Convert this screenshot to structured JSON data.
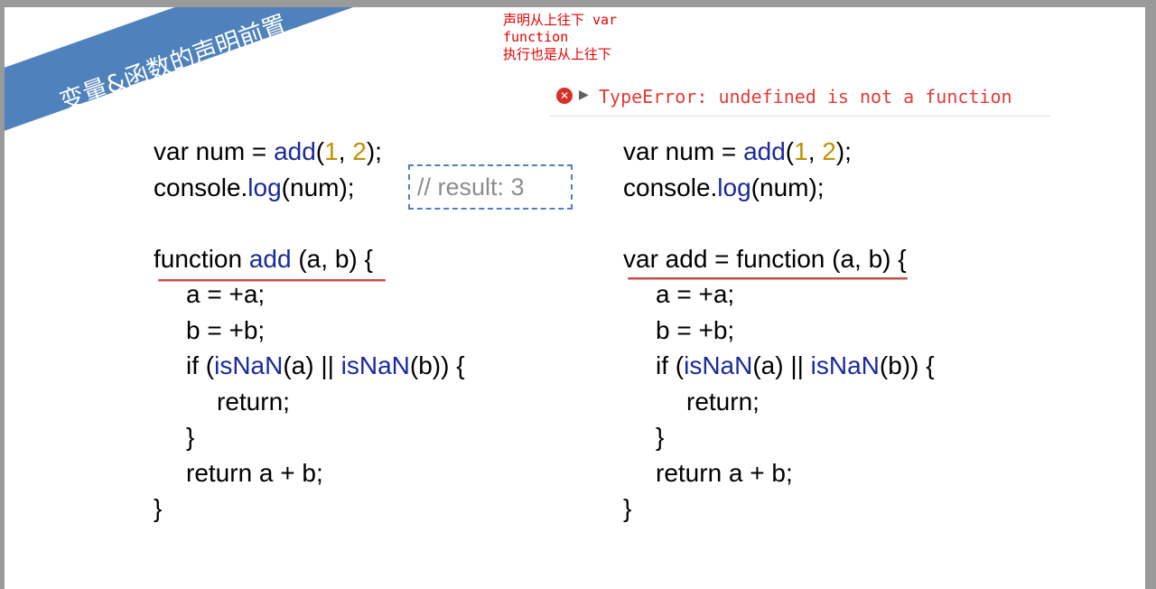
{
  "slide": {
    "title": "变量&函数的声明前置",
    "note_lines": [
      "声明从上往下 var",
      "function",
      "执行也是从上往下"
    ],
    "console": {
      "error_text": "TypeError: undefined is not a function",
      "icon": "error-circle-icon",
      "expand_icon": "triangle-right-icon"
    },
    "result_comment": "// result: 3",
    "accent_color": "#4f81bd",
    "note_color": "#e60000",
    "left_code": {
      "l1": {
        "a": "var num = ",
        "fn": "add",
        "b": "(",
        "n1": "1",
        "c": ", ",
        "n2": "2",
        "d": ");"
      },
      "l2": {
        "a": "console.",
        "fn": "log",
        "b": "(num);"
      },
      "l4": {
        "a": "function ",
        "fn": "add",
        "b": " (a, b) {"
      },
      "l5": "a = +a;",
      "l6": "b = +b;",
      "l7": {
        "a": "if (",
        "fn1": "isNaN",
        "b": "(a) || ",
        "fn2": "isNaN",
        "c": "(b)) {"
      },
      "l8": "return;",
      "l9": "}",
      "l10": "return a + b;",
      "l11": "}"
    },
    "right_code": {
      "l1": {
        "a": "var num = ",
        "fn": "add",
        "b": "(",
        "n1": "1",
        "c": ", ",
        "n2": "2",
        "d": ");"
      },
      "l2": {
        "a": "console.",
        "fn": "log",
        "b": "(num);"
      },
      "l4": "var add = function (a, b) {",
      "l5": "a = +a;",
      "l6": "b = +b;",
      "l7": {
        "a": "if (",
        "fn1": "isNaN",
        "b": "(a) || ",
        "fn2": "isNaN",
        "c": "(b)) {"
      },
      "l8": "return;",
      "l9": "}",
      "l10": "return a + b;",
      "l11": "}"
    }
  }
}
